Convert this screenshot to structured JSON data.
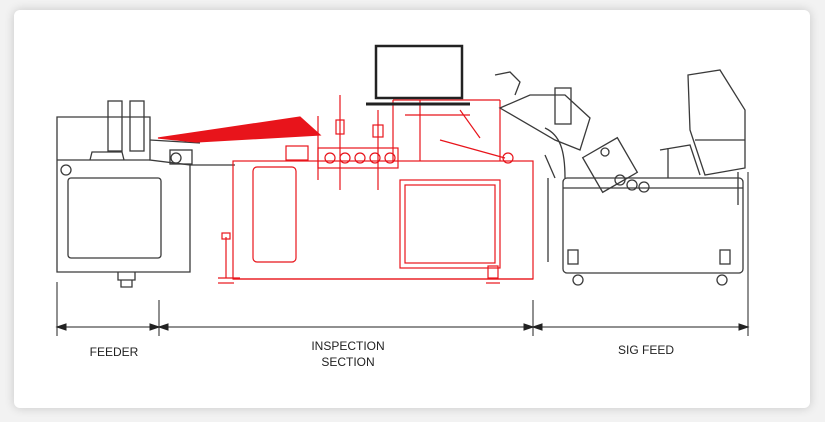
{
  "sections": [
    {
      "label_lines": [
        "FEEDER"
      ]
    },
    {
      "label_lines": [
        "INSPECTION",
        "SECTION"
      ]
    },
    {
      "label_lines": [
        "SIG FEED"
      ]
    }
  ],
  "colors": {
    "ink": "#3a3a3a",
    "highlight": "#e8141b",
    "background": "#ffffff"
  }
}
